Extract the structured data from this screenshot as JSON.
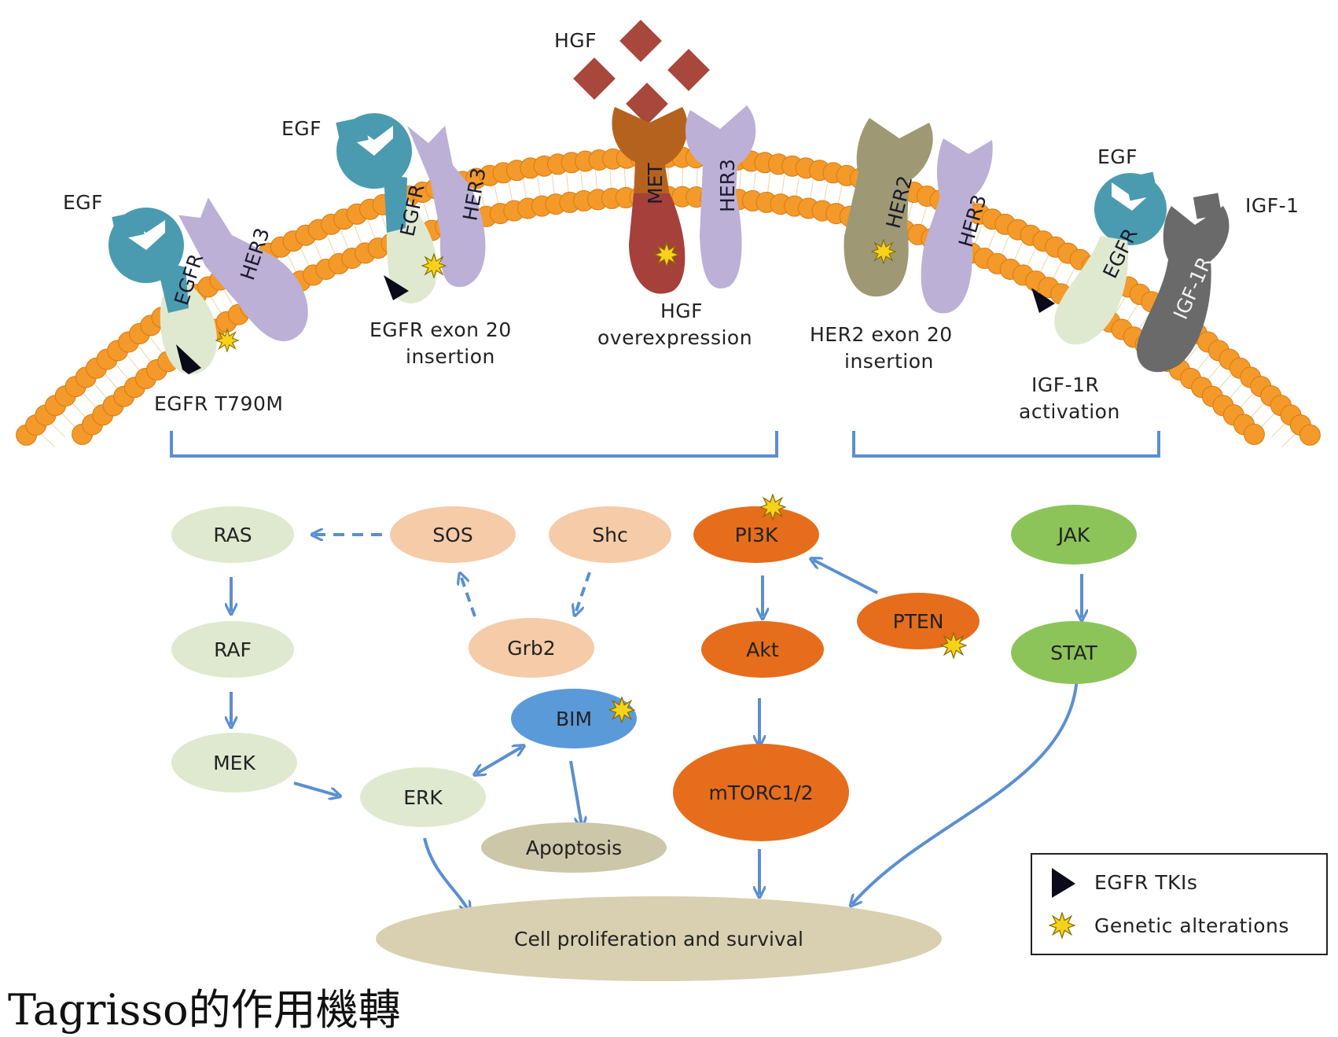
{
  "colors": {
    "membrane_bead": "#f39a2b",
    "egfr": "#4a9bb0",
    "her3": "#bcb0d6",
    "met_top": "#b5621e",
    "met_bottom": "#a6403a",
    "her2": "#9e9874",
    "igf1r": "#6a6a6a",
    "egfr_stalk": "#dfe9cf",
    "hgf": "#a8473c",
    "mapk_node": "#dfe9cf",
    "sos_node": "#f5cba8",
    "pi3k_node": "#e56d1c",
    "jak_node": "#8cc45a",
    "bim_node": "#5b9ad9",
    "apoptosis_node": "#cdc7a9",
    "cell_node": "#d8d0b0",
    "arrow": "#5b8fd0",
    "tki": "#0a0a1a",
    "star": "#f7d21a"
  },
  "ligands": {
    "hgf": "HGF",
    "egf_1": "EGF",
    "egf_2": "EGF",
    "egf_3": "EGF",
    "igf1": "IGF-1"
  },
  "receptors": {
    "egfr_1": "EGFR",
    "her3_1": "HER3",
    "egfr_2": "EGFR",
    "her3_2": "HER3",
    "met": "MET",
    "her3_3": "HER3",
    "her2": "HER2",
    "her3_4": "HER3",
    "egfr_3": "EGFR",
    "igf1r": "IGF-1R"
  },
  "mechanisms": {
    "t790m": "EGFR T790M",
    "egfr_ex20_l1": "EGFR exon 20",
    "egfr_ex20_l2": "insertion",
    "hgf_l1": "HGF",
    "hgf_l2": "overexpression",
    "her2_l1": "HER2 exon 20",
    "her2_l2": "insertion",
    "igf_l1": "IGF-1R",
    "igf_l2": "activation"
  },
  "nodes": {
    "ras": "RAS",
    "sos": "SOS",
    "shc": "Shc",
    "pi3k": "PI3K",
    "jak": "JAK",
    "raf": "RAF",
    "grb2": "Grb2",
    "akt": "Akt",
    "pten": "PTEN",
    "stat": "STAT",
    "bim": "BIM",
    "mek": "MEK",
    "erk": "ERK",
    "mtorc": "mTORC1/2",
    "apoptosis": "Apoptosis",
    "cell": "Cell proliferation and survival"
  },
  "legend": {
    "tki": "EGFR TKIs",
    "genetic": "Genetic alterations"
  },
  "caption": "Tagrisso的作用機轉"
}
